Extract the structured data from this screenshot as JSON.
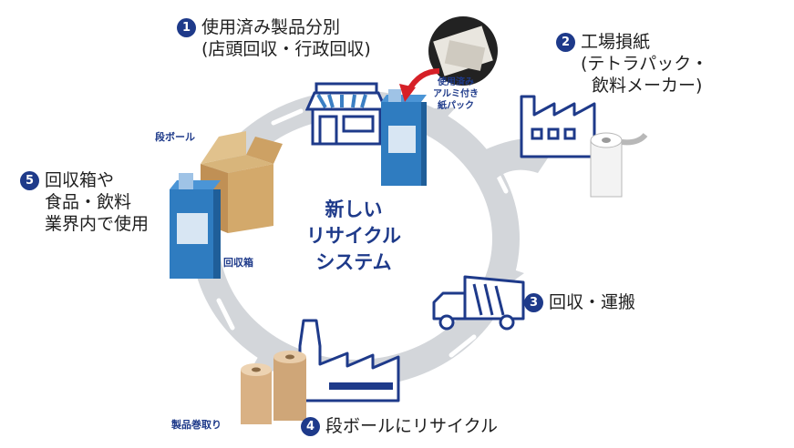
{
  "center_label": [
    "新しい",
    "リサイクル",
    "システム"
  ],
  "steps": [
    {
      "number": "1",
      "lines": [
        "使用済み製品分別",
        "(店頭回収・行政回収)"
      ]
    },
    {
      "number": "2",
      "lines": [
        "工場損紙",
        "(テトラパック・",
        "飲料メーカー)"
      ]
    },
    {
      "number": "3",
      "lines": [
        "回収・運搬"
      ]
    },
    {
      "number": "4",
      "lines": [
        "段ボールにリサイクル"
      ]
    },
    {
      "number": "5",
      "lines": [
        "回収箱や",
        "食品・飲料",
        "業界内で使用"
      ]
    }
  ],
  "labels": {
    "cardboard": "段ボール",
    "collection_box": "回収箱",
    "product_roll": "製品巻取り",
    "carton_callout": [
      "使用済み",
      "アルミ付き",
      "紙パック"
    ]
  },
  "colors": {
    "navy": "#1e3a8a",
    "ring": "#d3d6da",
    "store_blue": "#3b7fc4",
    "cardboard": "#c9a36b"
  },
  "icons": [
    "store-icon",
    "factory-icon",
    "paper-roll-icon",
    "truck-icon",
    "cardboard-box-icon",
    "collection-box-icon",
    "product-rolls-icon",
    "carton-photo-icon",
    "arrow-icon"
  ]
}
